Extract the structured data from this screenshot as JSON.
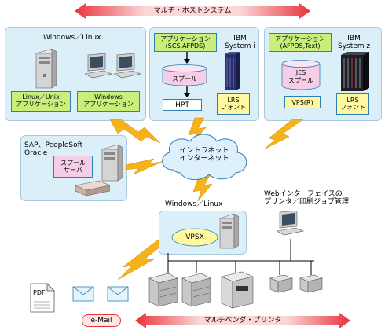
{
  "top_arrow_label": "マルチ・ホストシステム",
  "bottom_arrow_label": "マルチベンダ・プリンタ",
  "windows_panel": {
    "title": "Windows／Linux",
    "linux_app": [
      "Linux／Unix",
      "アプリケーション"
    ],
    "windows_app": [
      "Windows",
      "アプリケーション"
    ]
  },
  "ibm_i_panel": {
    "app": [
      "アプリケーション",
      "(SCS,AFPDS)"
    ],
    "spool": "スプール",
    "hpt": "HPT",
    "system_label": [
      "IBM",
      "System i"
    ],
    "lrs_font": [
      "LRS",
      "フォント"
    ]
  },
  "ibm_z_panel": {
    "app": [
      "アプリケーション",
      "(AFPDS,Text)"
    ],
    "jes_spool": [
      "JES",
      "スプール"
    ],
    "vps": "VPS(R)",
    "system_label": [
      "IBM",
      "System z"
    ],
    "lrs_font": [
      "LRS",
      "フォント"
    ]
  },
  "sap_panel": {
    "title": [
      "SAP、PeopleSoft",
      "Oracle"
    ],
    "spool_server": [
      "スプール",
      "サーバ"
    ]
  },
  "network_cloud": [
    "イントラネット",
    "インターネット"
  ],
  "vpsx_panel": {
    "title": "Windows／Linux",
    "vpsx": "VPSX"
  },
  "web_interface_label": [
    "Webインターフェイスの",
    "プリンタ／印刷ジョブ管理"
  ],
  "pdf_label": "PDF",
  "email_label": "e-Mail",
  "colors": {
    "panel_bg": "#dbeff8",
    "arrow_red": "#e8333a",
    "bolt": "#f6b21a",
    "app_green": "#c9ef7a",
    "spool_pink": "#f6cde6",
    "font_yellow": "#fff8a0"
  }
}
